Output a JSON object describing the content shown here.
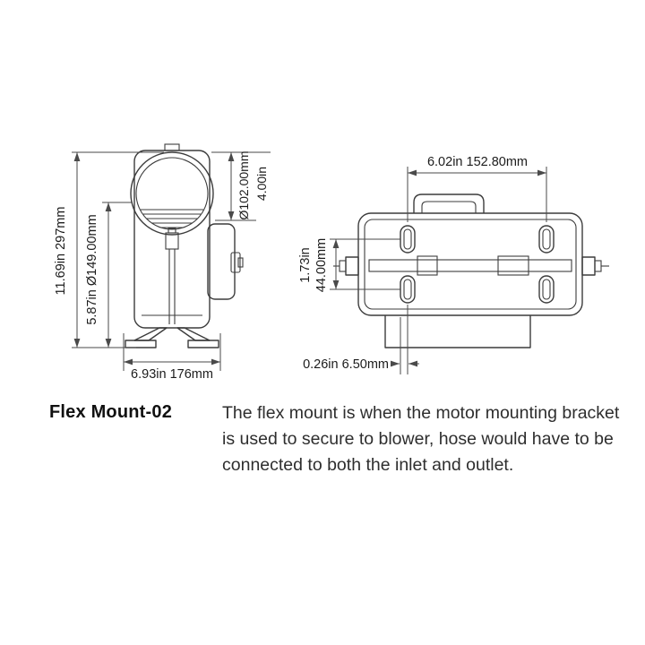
{
  "product": {
    "title": "Flex Mount-02",
    "description": "The flex mount is when the motor mounting bracket is used to secure to blower, hose would have to be connected to both the inlet and outlet."
  },
  "side_view": {
    "height_dim": "11.69in 297mm",
    "bracket_dim": "5.87in Ø149.00mm",
    "inlet_dim_mm": "Ø102.00mm",
    "inlet_dim_in": "4.00in",
    "width_dim": "6.93in 176mm"
  },
  "top_view": {
    "width_dim": "6.02in 152.80mm",
    "slot_dim_in": "1.73in",
    "slot_dim_mm": "44.00mm",
    "offset_dim": "0.26in 6.50mm"
  }
}
